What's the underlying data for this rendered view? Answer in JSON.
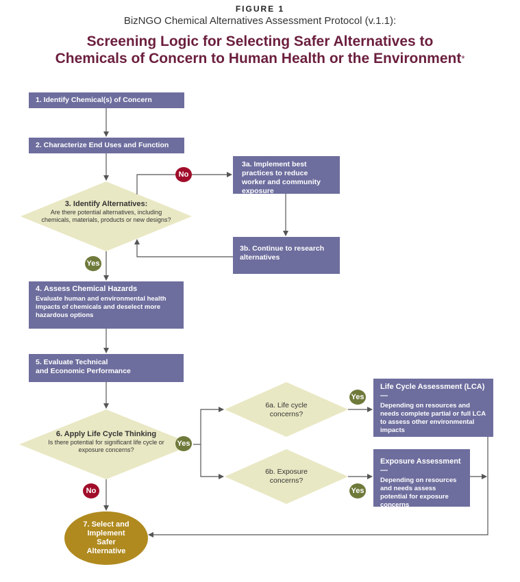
{
  "header": {
    "figure_label": "FIGURE 1",
    "subtitle": "BizNGO Chemical Alternatives Assessment Protocol (v.1.1):",
    "title_line1": "Screening Logic for Selecting Safer Alternatives to",
    "title_line2": "Chemicals of Concern to Human Health or the Environment",
    "title_mark": "*"
  },
  "steps": {
    "s1": "1. Identify Chemical(s) of Concern",
    "s2": "2. Characterize End Uses and Function",
    "s3_title": "3. Identify Alternatives:",
    "s3_body": "Are there potential alternatives, including chemicals, materials, products or new designs?",
    "s3a": "3a. Implement best practices to reduce worker and community exposure",
    "s3b": "3b. Continue to research alternatives",
    "s4_title": "4. Assess Chemical Hazards",
    "s4_body": "Evaluate human and environmental health impacts of chemicals and deselect more hazardous options",
    "s5_line1": "5. Evaluate Technical",
    "s5_line2": "and Economic Performance",
    "s6_title": "6. Apply Life Cycle Thinking",
    "s6_body": "Is there potential for significant life cycle or exposure concerns?",
    "s6a": "6a. Life cycle concerns?",
    "s6b": "6b. Exposure concerns?",
    "lca_title": "Life Cycle Assessment (LCA)—",
    "lca_body": "Depending on resources and needs complete partial or full LCA to assess other environmental impacts",
    "exp_title": "Exposure Assessment —",
    "exp_body": "Depending on resources and needs assess potential for exposure concerns",
    "s7": "7. Select and Implement Safer Alternative"
  },
  "badges": {
    "no_3": "No",
    "yes_3": "Yes",
    "yes_6": "Yes",
    "no_6": "No",
    "yes_6a": "Yes",
    "yes_6b": "Yes"
  },
  "colors": {
    "box": "#6d6d9e",
    "diamond": "#e9e8c4",
    "yes": "#6e7a3a",
    "no": "#a00d2a",
    "final": "#b08a1f",
    "title": "#6b1e3d"
  }
}
